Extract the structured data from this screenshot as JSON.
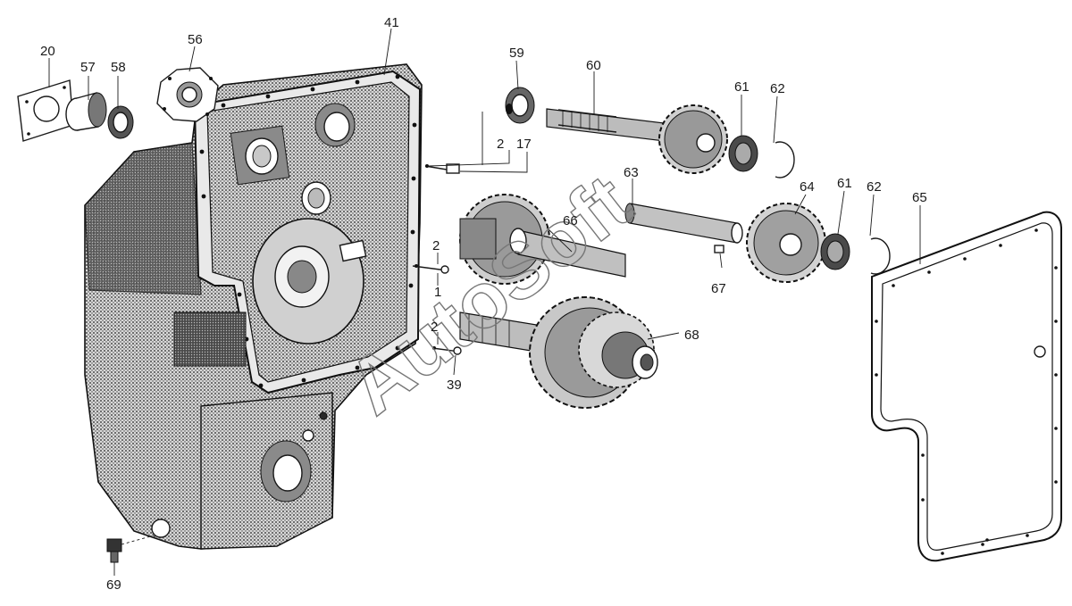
{
  "diagram": {
    "watermark": "AutoSoft",
    "callouts": {
      "c20": "20",
      "c57": "57",
      "c58": "58",
      "c56": "56",
      "c41": "41",
      "c59": "59",
      "c60": "60",
      "c61a": "61",
      "c62a": "62",
      "c2a": "2",
      "c17": "17",
      "c63": "63",
      "c64": "64",
      "c61b": "61",
      "c62b": "62",
      "c65": "65",
      "c66": "66",
      "c2b": "2",
      "c1": "1",
      "c67": "67",
      "c2c": "2",
      "c68": "68",
      "c39": "39",
      "c69": "69"
    }
  }
}
